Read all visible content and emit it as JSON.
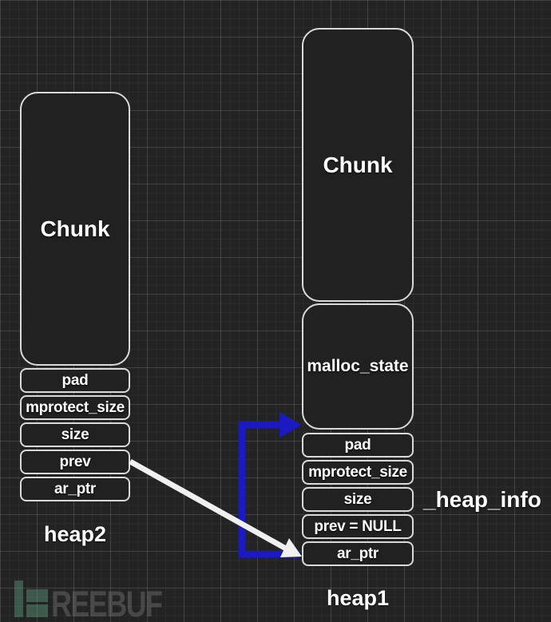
{
  "diagram": {
    "heap2": {
      "chunk_label": "Chunk",
      "fields": [
        "pad",
        "mprotect_size",
        "size",
        "prev",
        "ar_ptr"
      ],
      "caption": "heap2"
    },
    "heap1": {
      "chunk_label": "Chunk",
      "malloc_state_label": "malloc_state",
      "fields": [
        "pad",
        "mprotect_size",
        "size",
        "prev = NULL",
        "ar_ptr"
      ],
      "caption": "heap1"
    },
    "heap_info_label": "_heap_info"
  },
  "arrows": {
    "white_arrow": {
      "from": "heap2 prev",
      "to": "heap1 ar_ptr",
      "color": "#f0f0f0"
    },
    "blue_arrow": {
      "from": "heap1 ar_ptr",
      "to": "heap1 malloc_state",
      "color": "#1a1ac0"
    }
  },
  "watermark": {
    "text": "REEBUF"
  },
  "colors": {
    "background": "#232323",
    "grid_minor": "#2b2b2b",
    "grid_major": "#3a3a3a",
    "box_fill": "#212121",
    "box_border": "#d9d9d9",
    "text": "#ffffff",
    "arrow_white": "#f0f0f0",
    "arrow_blue": "#1a1ac0",
    "watermark_green": "#3f5d4e",
    "watermark_gray": "#464646"
  }
}
